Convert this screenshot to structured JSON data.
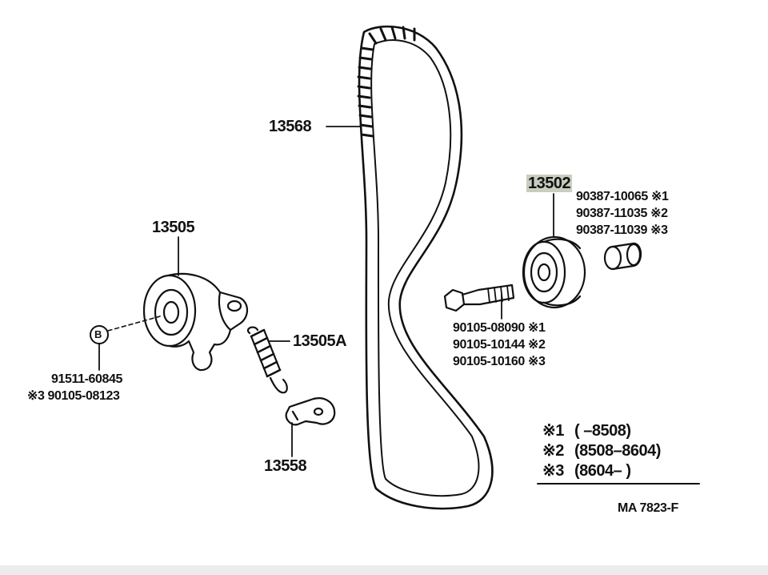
{
  "parts": {
    "timing_belt": "13568",
    "tension_pulley": "13505",
    "tension_spring": "13505A",
    "bracket": "13558",
    "idler_pulley": "13502",
    "washer_marker": "B",
    "washer_part": "91511-60845",
    "washer_alt": "※3 90105-08123",
    "collar_parts": [
      "90387-10065 ※1",
      "90387-11035 ※2",
      "90387-11039 ※3"
    ],
    "bolt_parts": [
      "90105-08090 ※1",
      "90105-10144 ※2",
      "90105-10160 ※3"
    ]
  },
  "footnotes": [
    {
      "mark": "※1",
      "range": "(        –8508)"
    },
    {
      "mark": "※2",
      "range": "(8508–8604)"
    },
    {
      "mark": "※3",
      "range": "(8604–        )"
    }
  ],
  "figure_code": "MA 7823-F",
  "highlight_color": "#c9cdbe"
}
